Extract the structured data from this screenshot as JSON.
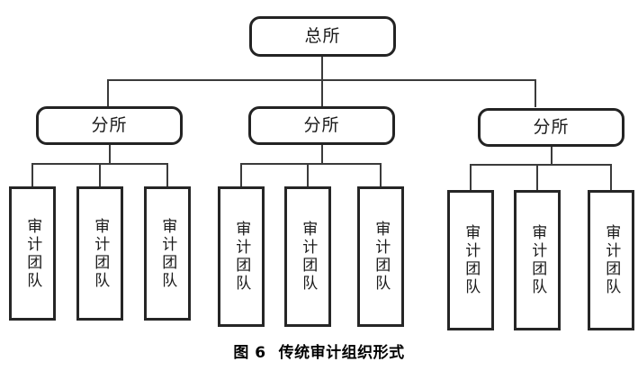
{
  "figure": {
    "caption_label": "图 6",
    "caption_title": "传统审计组织形式",
    "type": "organizational-hierarchy-diagram"
  },
  "colors": {
    "background": "#ffffff",
    "box_border": "#232323",
    "team_box_border": "#262626",
    "connector_line": "#3b3b3b",
    "text": "#1a1a1a",
    "caption_text": "#000000"
  },
  "hierarchy": {
    "root": {
      "label": "总所",
      "shape": "rounded-rectangle"
    },
    "branches": [
      {
        "label": "分所",
        "shape": "rounded-rectangle",
        "teams": [
          {
            "label": "审计团队",
            "shape": "rectangle",
            "orientation": "vertical"
          },
          {
            "label": "审计团队",
            "shape": "rectangle",
            "orientation": "vertical"
          },
          {
            "label": "审计团队",
            "shape": "rectangle",
            "orientation": "vertical"
          }
        ]
      },
      {
        "label": "分所",
        "shape": "rounded-rectangle",
        "teams": [
          {
            "label": "审计团队",
            "shape": "rectangle",
            "orientation": "vertical"
          },
          {
            "label": "审计团队",
            "shape": "rectangle",
            "orientation": "vertical"
          },
          {
            "label": "审计团队",
            "shape": "rectangle",
            "orientation": "vertical"
          }
        ]
      },
      {
        "label": "分所",
        "shape": "rounded-rectangle",
        "teams": [
          {
            "label": "审计团队",
            "shape": "rectangle",
            "orientation": "vertical"
          },
          {
            "label": "审计团队",
            "shape": "rectangle",
            "orientation": "vertical"
          },
          {
            "label": "审计团队",
            "shape": "rectangle",
            "orientation": "vertical"
          }
        ]
      }
    ]
  },
  "counts": {
    "levels": 3,
    "branch_count": 3,
    "teams_per_branch": 3,
    "total_teams": 9
  }
}
